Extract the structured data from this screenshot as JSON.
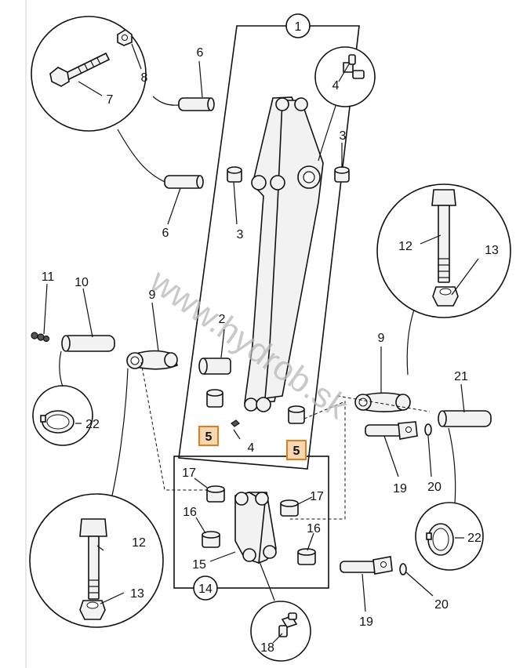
{
  "watermark": "www.hydrob.sk",
  "group_callouts": {
    "main_assembly": "1",
    "linkage_assembly": "14"
  },
  "part_labels": {
    "p2": "2",
    "p3a": "3",
    "p3b": "3",
    "p4a": "4",
    "p4b": "4",
    "p5a": "5",
    "p5b": "5",
    "p6a": "6",
    "p6b": "6",
    "p7": "7",
    "p8": "8",
    "p9a": "9",
    "p9b": "9",
    "p10": "10",
    "p11": "11",
    "p12a": "12",
    "p12b": "12",
    "p13a": "13",
    "p13b": "13",
    "p15": "15",
    "p16a": "16",
    "p16b": "16",
    "p17a": "17",
    "p17b": "17",
    "p18": "18",
    "p19a": "19",
    "p19b": "19",
    "p20a": "20",
    "p20b": "20",
    "p21": "21",
    "p22a": "22",
    "p22b": "22"
  },
  "highlighted_parts": [
    "5"
  ],
  "colors": {
    "highlight_fill": "#f6d7b0",
    "highlight_border": "#e07b20",
    "line": "#111111",
    "watermark": "#b8b8b8"
  }
}
